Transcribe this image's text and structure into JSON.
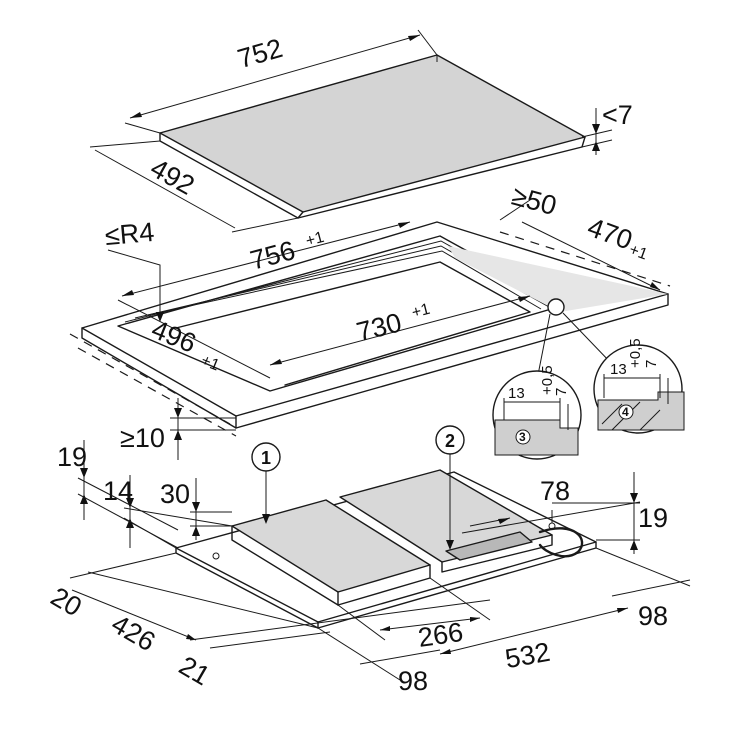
{
  "glass_top": {
    "width": "752",
    "depth": "492",
    "thickness": "<7"
  },
  "cutout": {
    "outer_width": "756",
    "outer_width_tol": "+1",
    "outer_depth": "470",
    "outer_depth_tol": "+1",
    "inner_width": "730",
    "inner_width_tol": "+1",
    "inner_depth": "496",
    "inner_depth_tol": "+1",
    "corner_radius": "≤R4",
    "rear_clearance": "≥50",
    "worktop_min": "≥10"
  },
  "detail_3": {
    "marker": "3",
    "width": "13",
    "tol": "+0,5",
    "depth": "7"
  },
  "detail_4": {
    "marker": "4",
    "width": "13",
    "tol": "+0,5",
    "depth": "7"
  },
  "appliance": {
    "callout_1": "1",
    "callout_2": "2",
    "left_height": "19",
    "left_step": "14",
    "left_depth": "30",
    "right_offset": "78",
    "right_height": "19",
    "front_offset": "20",
    "depth": "426",
    "front_edge": "21",
    "module_width": "266",
    "width": "532",
    "right_margin": "98",
    "front_margin": "98"
  }
}
